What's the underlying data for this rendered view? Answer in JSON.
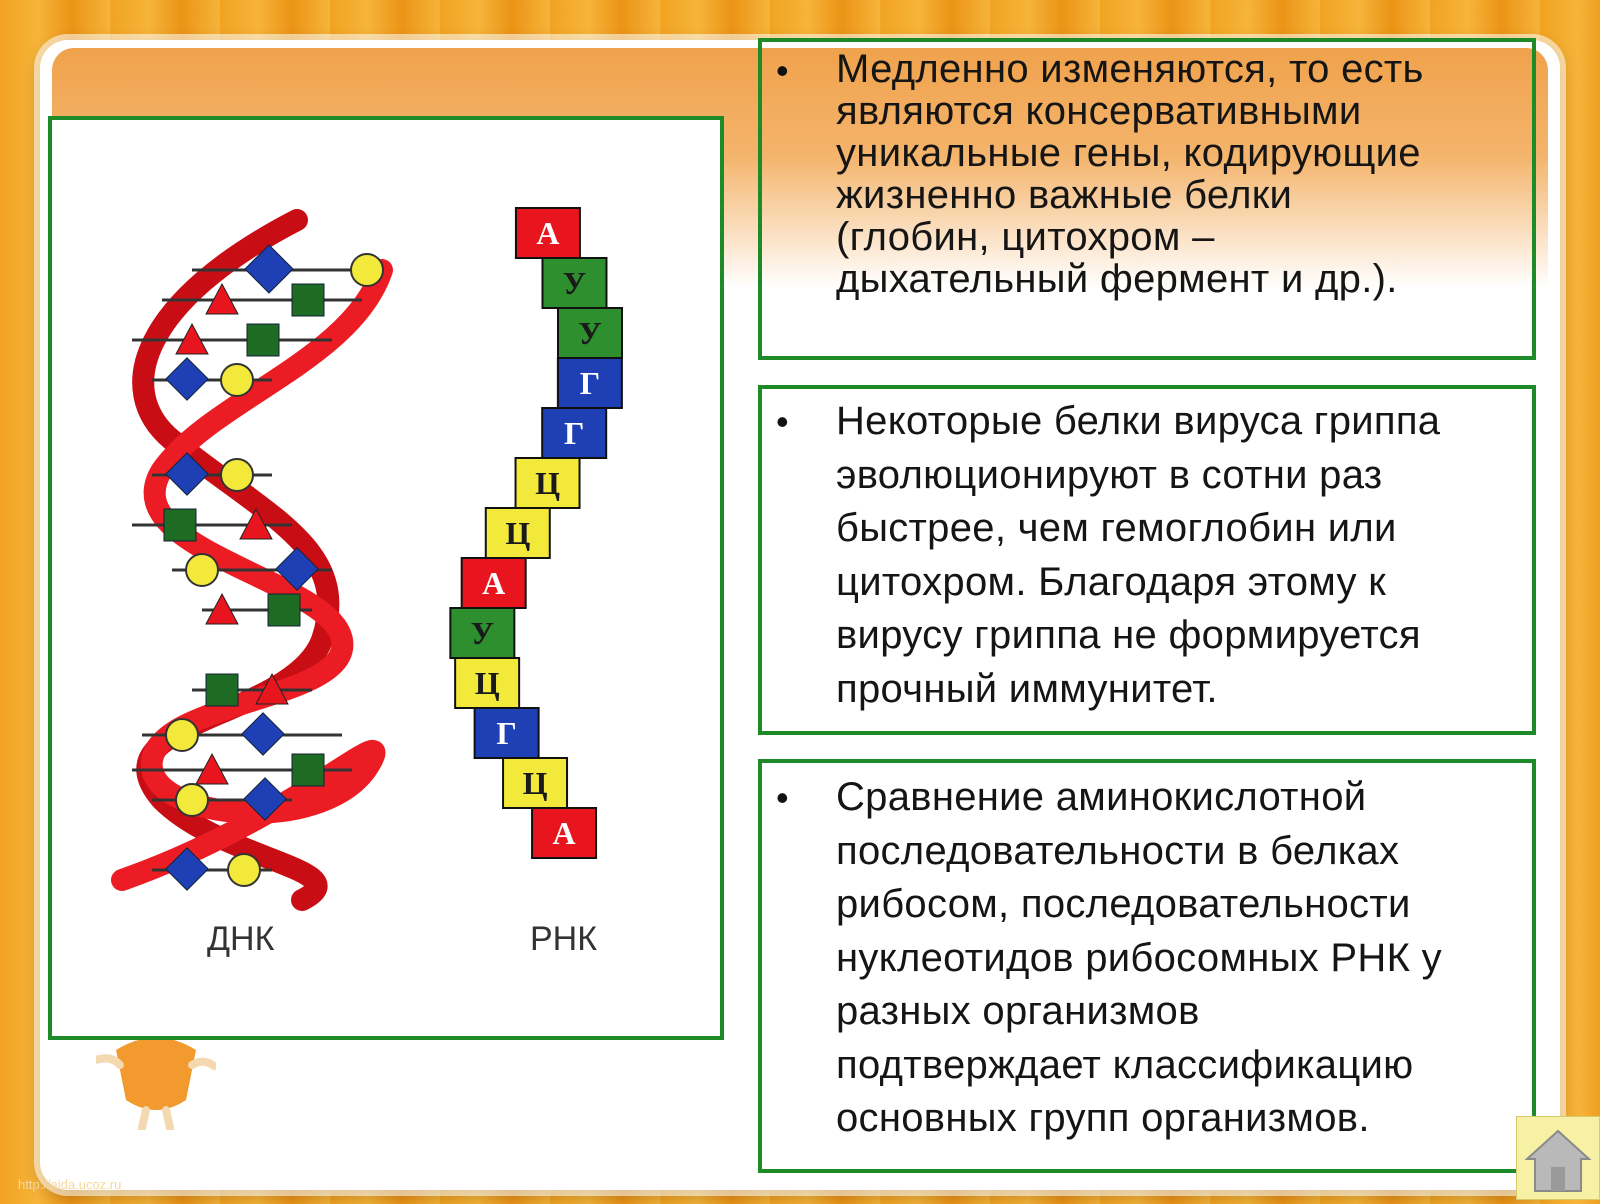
{
  "slide": {
    "dna_label": "ДНК",
    "rna_label": "РНК",
    "footer_url": "http://aida.ucoz.ru",
    "rna_bases": [
      "А",
      "У",
      "У",
      "Г",
      "Г",
      "Ц",
      "Ц",
      "А",
      "У",
      "Ц",
      "Г",
      "Ц",
      "А"
    ],
    "base_colors": {
      "А": "#e8141e",
      "У": "#2e8f2e",
      "Г": "#1f3fb4",
      "Ц": "#f2e93a"
    },
    "accent_green": "#1e8a28"
  },
  "bullets": [
    {
      "marker": "•",
      "text": "Медленно изменяются, то есть\nявляются консервативными\nуникальные гены, кодирующие\nжизненно важные белки\n(глобин, цитохром –\nдыхательный фермент и др.)."
    },
    {
      "marker": "•",
      "text": "Некоторые белки вируса гриппа\nэволюционируют в сотни раз\nбыстрее, чем гемоглобин или\nцитохром. Благодаря этому к\nвирусу гриппа не формируется\nпрочный иммунитет."
    },
    {
      "marker": "•",
      "text": "Сравнение аминокислотной\nпоследовательности в белках\nрибосом, последовательности\nнуклеотидов рибосомных РНК у\nразных организмов\nподтверждает классификацию\nосновных групп организмов."
    }
  ]
}
